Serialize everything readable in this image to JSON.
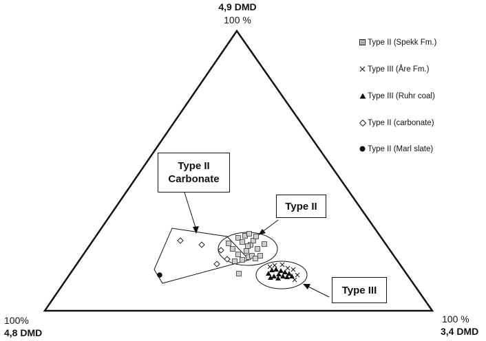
{
  "vertices": {
    "top_name": "4,9 DMD",
    "top_pct": "100 %",
    "left_pct": "100%",
    "left_name": "4,8 DMD",
    "right_pct": "100 %",
    "right_name": "3,4 DMD"
  },
  "legend": [
    {
      "marker": "hatched-square",
      "label": "Type II (Spekk Fm.)"
    },
    {
      "marker": "cross",
      "label": "Type III (Åre Fm.)"
    },
    {
      "marker": "filled-triangle",
      "label": "Type III (Ruhr coal)"
    },
    {
      "marker": "open-diamond",
      "label": "Type II (carbonate)"
    },
    {
      "marker": "filled-circle",
      "label": "Type II (Marl slate)"
    }
  ],
  "callouts": {
    "type2_carbonate_line1": "Type II",
    "type2_carbonate_line2": "Carbonate",
    "type2": "Type II",
    "type3": "Type III"
  }
}
